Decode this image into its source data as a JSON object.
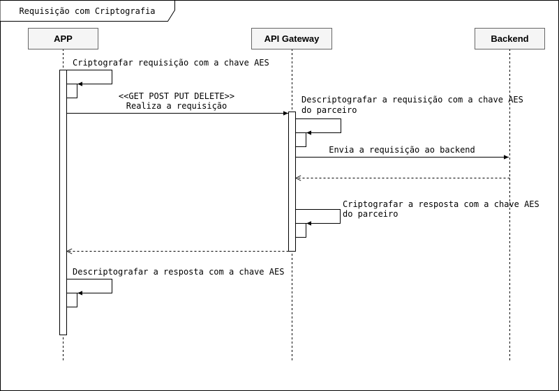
{
  "frame": {
    "title": "Requisição com Criptografia"
  },
  "participants": [
    {
      "id": "app",
      "label": "APP"
    },
    {
      "id": "gateway",
      "label": "API Gateway"
    },
    {
      "id": "backend",
      "label": "Backend"
    }
  ],
  "messages": [
    {
      "id": "encrypt-request",
      "from": "app",
      "to": "app",
      "kind": "self",
      "lines": [
        "Criptografar requisição com a chave AES"
      ]
    },
    {
      "id": "send-request",
      "from": "app",
      "to": "gateway",
      "kind": "sync",
      "lines": [
        "<<GET POST PUT DELETE>>",
        "Realiza a requisição"
      ]
    },
    {
      "id": "decrypt-request",
      "from": "gateway",
      "to": "gateway",
      "kind": "self",
      "lines": [
        "Descriptografar a requisição com a chave AES",
        "do parceiro"
      ]
    },
    {
      "id": "forward-backend",
      "from": "gateway",
      "to": "backend",
      "kind": "sync",
      "lines": [
        "Envia a requisição ao backend"
      ]
    },
    {
      "id": "backend-return",
      "from": "backend",
      "to": "gateway",
      "kind": "return",
      "lines": []
    },
    {
      "id": "encrypt-response",
      "from": "gateway",
      "to": "gateway",
      "kind": "self",
      "lines": [
        "Criptografar a resposta com a chave AES",
        "do parceiro"
      ]
    },
    {
      "id": "gateway-return",
      "from": "gateway",
      "to": "app",
      "kind": "return",
      "lines": []
    },
    {
      "id": "decrypt-response",
      "from": "app",
      "to": "app",
      "kind": "self",
      "lines": [
        "Descriptografar a resposta com a chave AES"
      ]
    }
  ],
  "colors": {
    "line": "#000000",
    "participant_fill": "#f5f5f5",
    "participant_stroke": "#666666",
    "lifeline": "#000000"
  }
}
